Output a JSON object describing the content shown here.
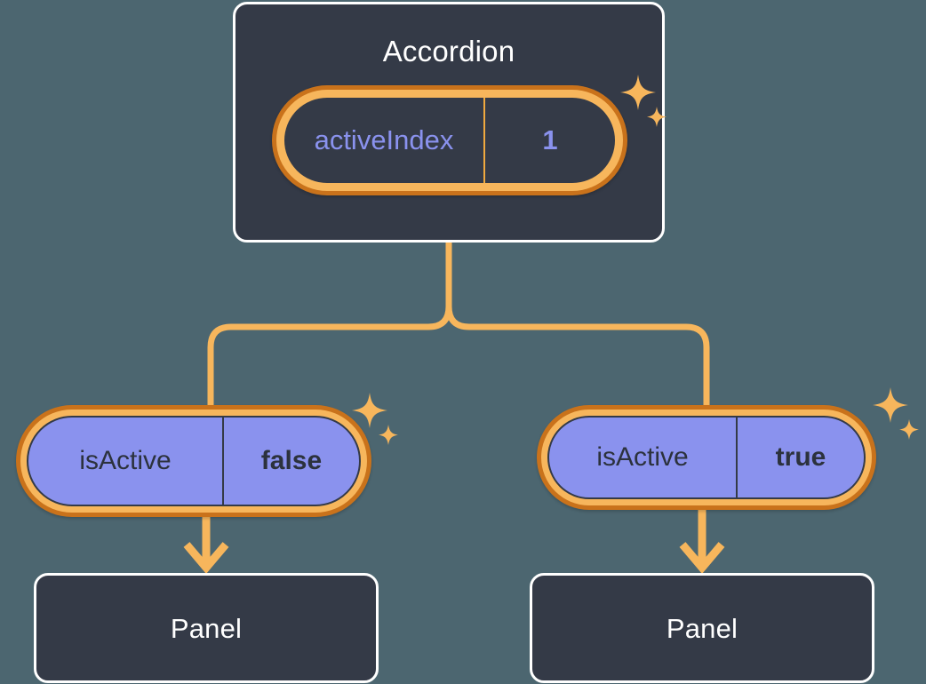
{
  "theme": {
    "background": "#4c6670",
    "card_bg": "#343a47",
    "card_border": "#ffffff",
    "ring_outer": "#c9721b",
    "ring_inner": "#f7b65c",
    "connector": "#f7b65c",
    "value_purple": "#8a92ee",
    "text_light": "#ffffff",
    "text_dark": "#2c323d"
  },
  "diagram": {
    "type": "component-state-tree",
    "root": {
      "title": "Accordion",
      "state": {
        "key": "activeIndex",
        "value": "1"
      }
    },
    "children": [
      {
        "state": {
          "key": "isActive",
          "value": "false"
        },
        "child_title": "Panel"
      },
      {
        "state": {
          "key": "isActive",
          "value": "true"
        },
        "child_title": "Panel"
      }
    ]
  },
  "icons": {
    "sparkle": "sparkle-four-point-star",
    "arrow": "arrow-down"
  }
}
